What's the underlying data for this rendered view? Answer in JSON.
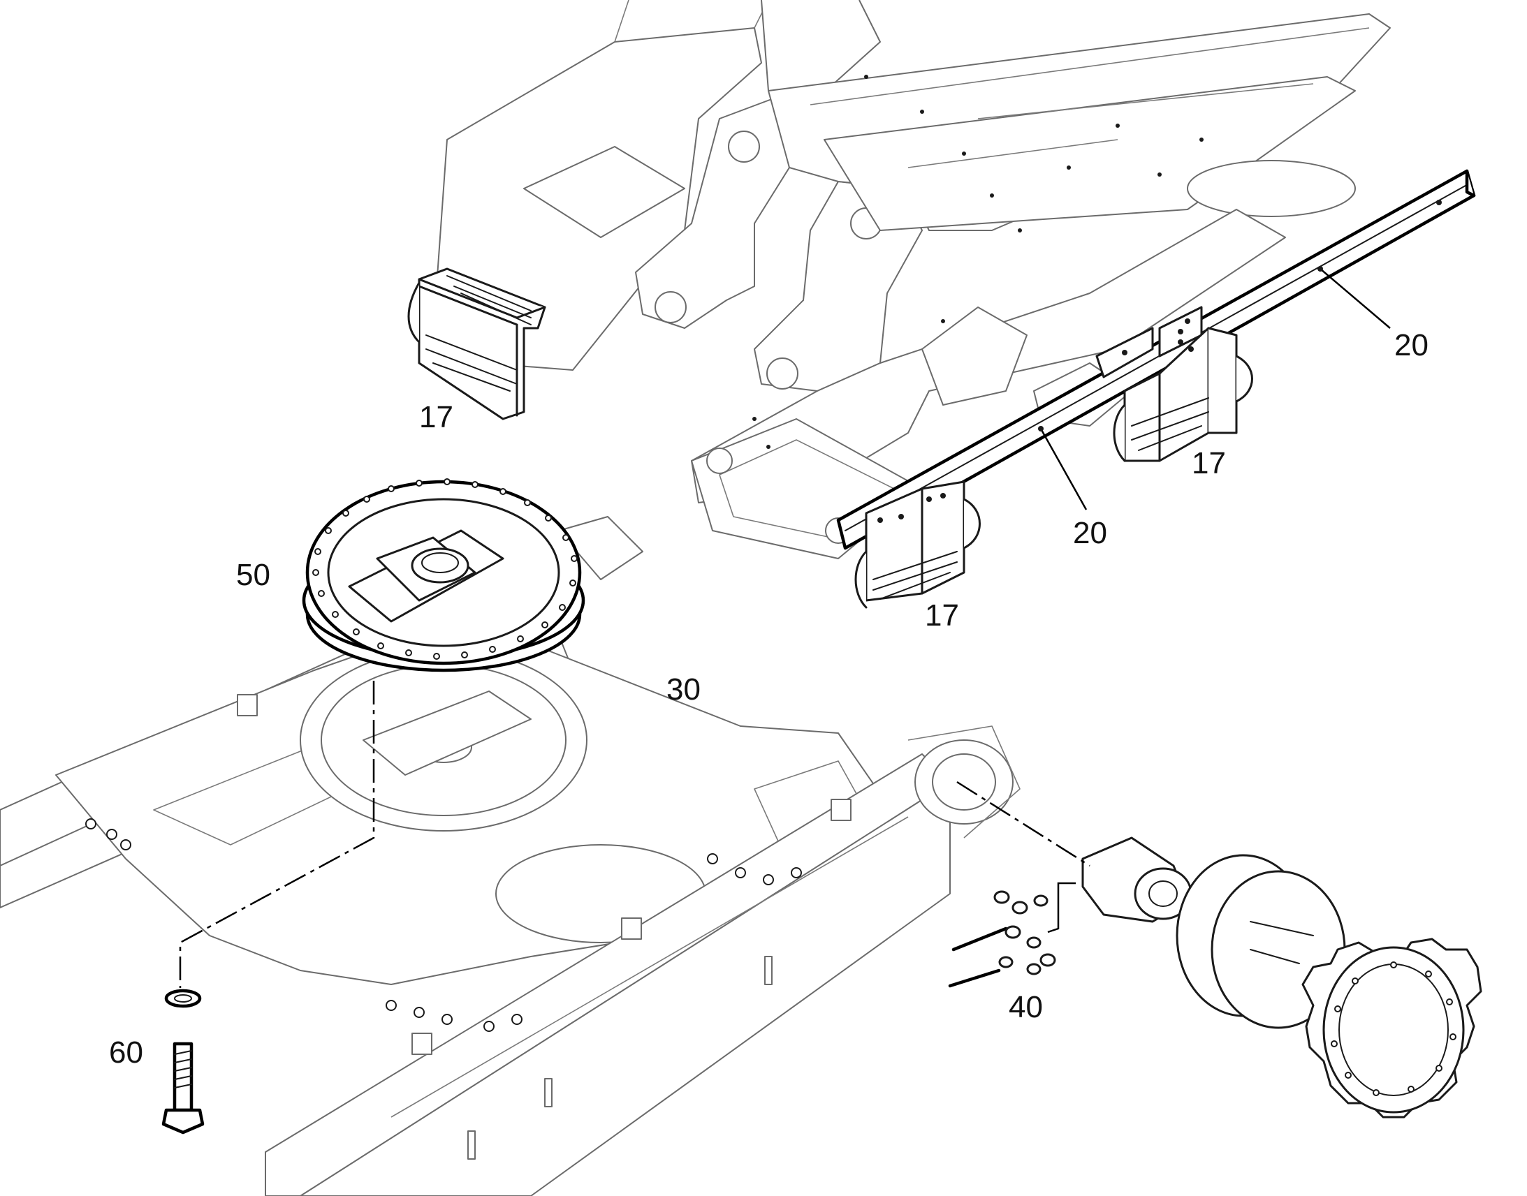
{
  "callouts": [
    {
      "id": "17a",
      "label": "17"
    },
    {
      "id": "17b",
      "label": "17"
    },
    {
      "id": "17c",
      "label": "17"
    },
    {
      "id": "20a",
      "label": "20"
    },
    {
      "id": "20b",
      "label": "20"
    },
    {
      "id": "30",
      "label": "30"
    },
    {
      "id": "40",
      "label": "40"
    },
    {
      "id": "50",
      "label": "50"
    },
    {
      "id": "60",
      "label": "60"
    }
  ],
  "colors": {
    "line": "#1a1a1a",
    "faint": "#6b6b6b",
    "background": "#ffffff"
  }
}
